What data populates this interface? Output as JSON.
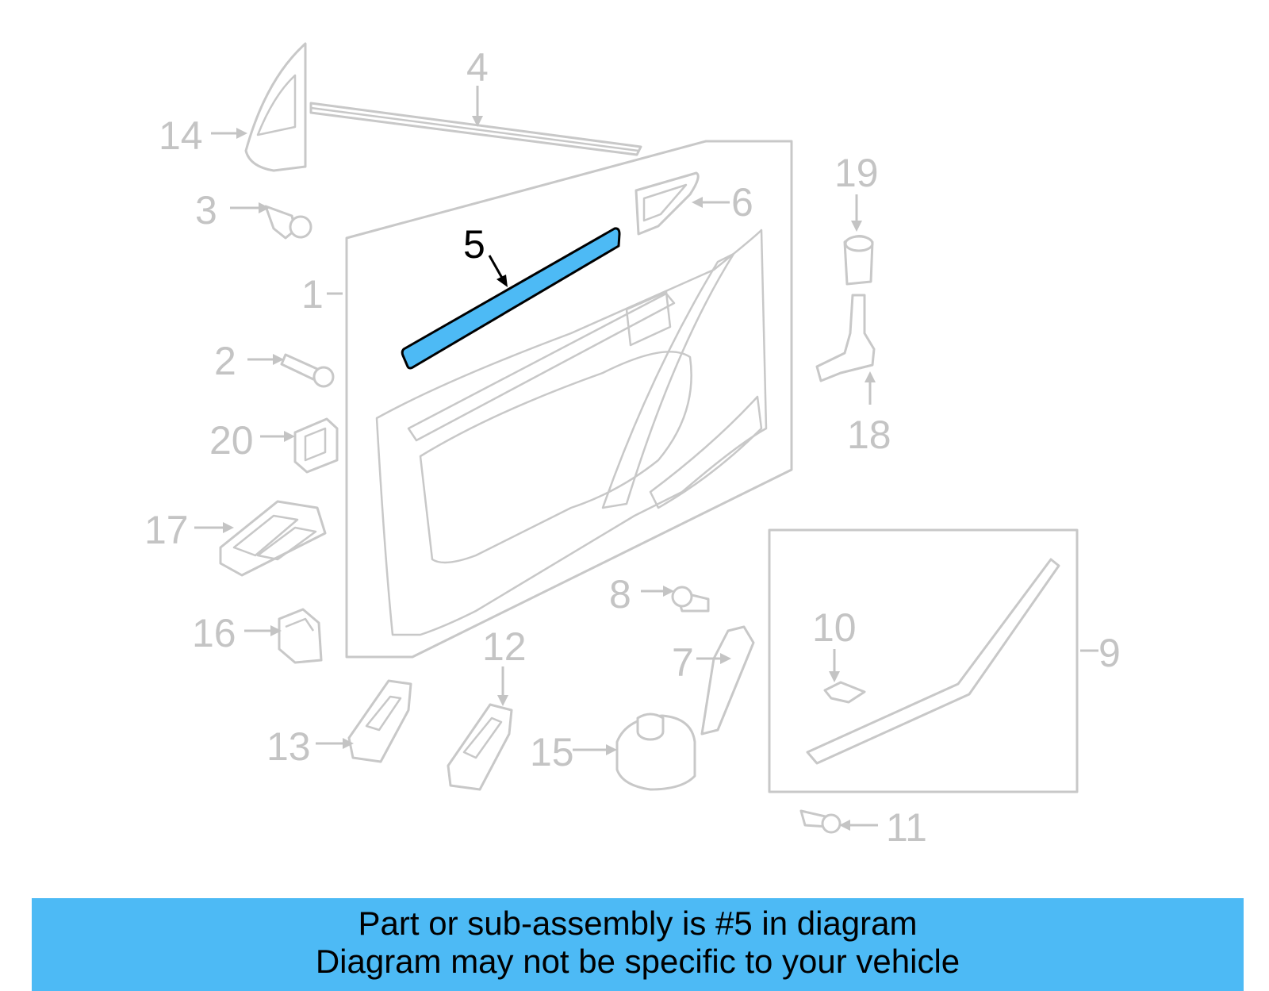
{
  "diagram": {
    "highlight_color": "#4dbaf5",
    "outline_color": "#c8c8c8",
    "label_color": "#c4c4c4",
    "active_label_color": "#000000",
    "highlighted_part": "5",
    "callouts": {
      "c1": "1",
      "c2": "2",
      "c3": "3",
      "c4": "4",
      "c5": "5",
      "c6": "6",
      "c7": "7",
      "c8": "8",
      "c9": "9",
      "c10": "10",
      "c11": "11",
      "c12": "12",
      "c13": "13",
      "c14": "14",
      "c15": "15",
      "c16": "16",
      "c17": "17",
      "c18": "18",
      "c19": "19",
      "c20": "20"
    }
  },
  "banner": {
    "background": "#4dbaf5",
    "line1": "Part or sub-assembly is #5 in diagram",
    "line2": "Diagram may not be specific to your vehicle"
  }
}
